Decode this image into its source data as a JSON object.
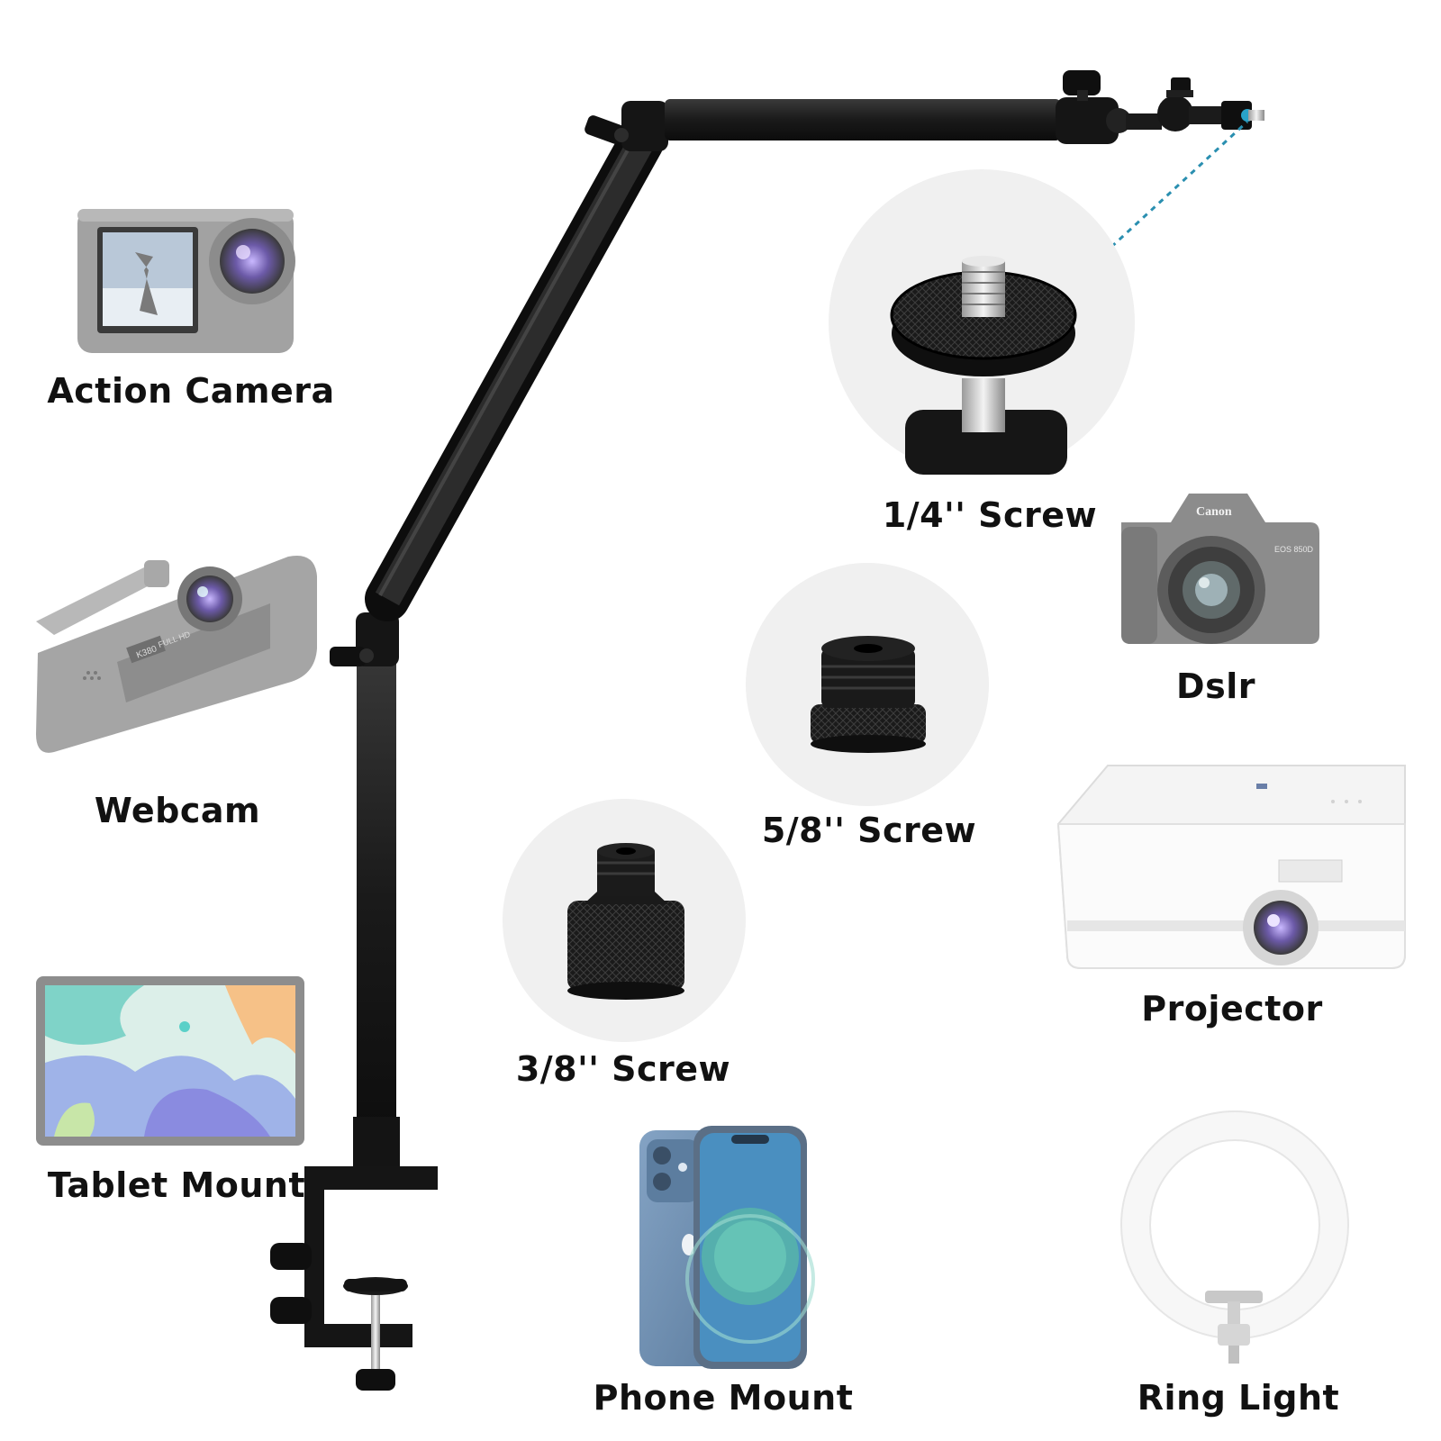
{
  "labels": {
    "action_camera": "Action Camera",
    "webcam": "Webcam",
    "tablet_mount": "Tablet Mount",
    "phone_mount": "Phone Mount",
    "screw_1_4": "1/4'' Screw",
    "screw_5_8": "5/8'' Screw",
    "screw_3_8": "3/8'' Screw",
    "dslr": "Dslr",
    "projector": "Projector",
    "ring_light": "Ring Light"
  },
  "product_markings": {
    "camera_brand": "Canon",
    "camera_model": "EOS 850D",
    "webcam_model": "K380",
    "webcam_badge": "FULL HD"
  },
  "colors": {
    "arm": "#1c1c1c",
    "joint": "#111111",
    "detail_circle": "#f0f0f0",
    "device_gray": "#9a9a9a",
    "leader_line": "#2a8fb0",
    "phone_blue": "#6f8fb0"
  }
}
